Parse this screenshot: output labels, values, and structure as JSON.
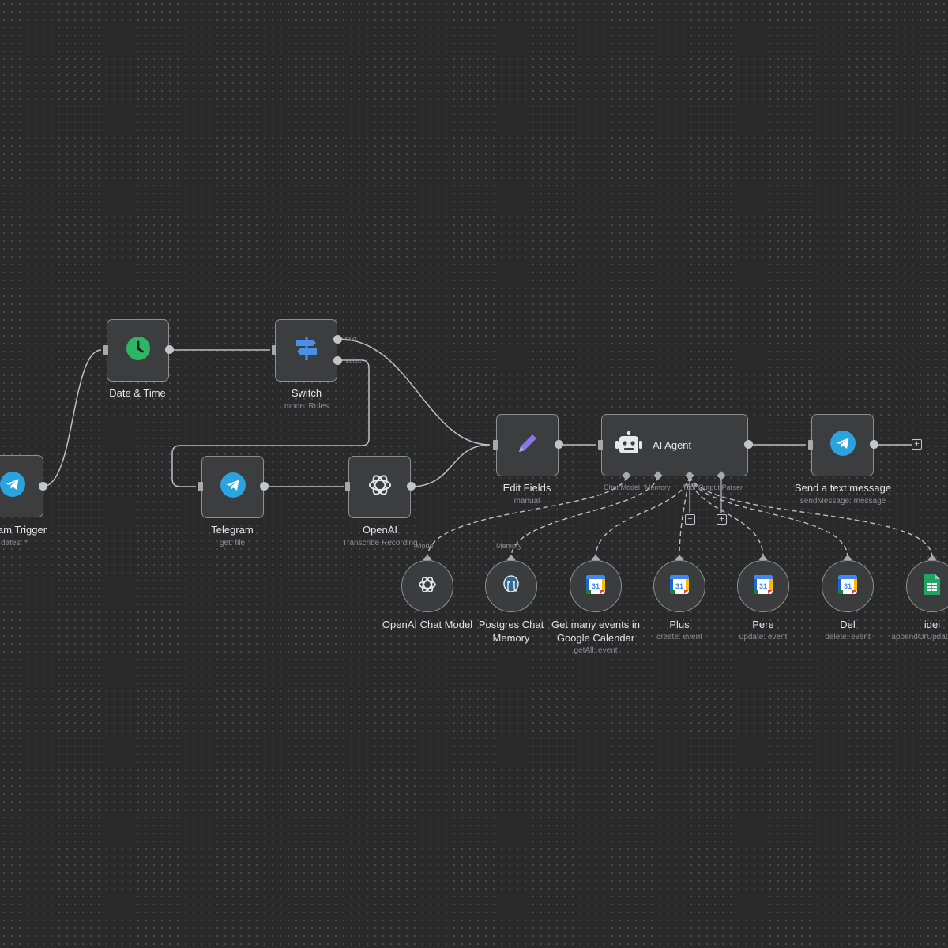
{
  "nodes": {
    "telegram_trigger": {
      "title": "am Trigger",
      "subtitle": "dates: *",
      "icon": "telegram-icon"
    },
    "date_time": {
      "title": "Date & Time",
      "icon": "clock-icon"
    },
    "switch": {
      "title": "Switch",
      "subtitle": "mode: Rules",
      "icon": "signpost-icon",
      "outputs": [
        "text",
        "voice"
      ]
    },
    "telegram": {
      "title": "Telegram",
      "subtitle": "get: file",
      "icon": "telegram-icon"
    },
    "openai": {
      "title": "OpenAI",
      "subtitle": "Transcribe Recording",
      "icon": "openai-icon"
    },
    "edit_fields": {
      "title": "Edit Fields",
      "subtitle": "manual",
      "icon": "pencil-icon"
    },
    "ai_agent": {
      "title": "AI Agent",
      "icon": "robot-icon",
      "ports": [
        "Chat Model",
        "Memory",
        "Tool",
        "Output Parser"
      ]
    },
    "send_message": {
      "title": "Send a text message",
      "subtitle": "sendMessage: message",
      "icon": "telegram-icon"
    }
  },
  "sub_nodes": [
    {
      "title": "OpenAI Chat Model",
      "port": "Model",
      "icon": "openai-icon"
    },
    {
      "title": "Postgres Chat Memory",
      "port": "Memory",
      "icon": "postgres-icon"
    },
    {
      "title": "Get many events in Google Calendar",
      "subtitle": "getAll: event",
      "icon": "google-calendar-icon"
    },
    {
      "title": "Plus",
      "subtitle": "create: event",
      "icon": "google-calendar-icon"
    },
    {
      "title": "Pere",
      "subtitle": "update: event",
      "icon": "google-calendar-icon"
    },
    {
      "title": "Del",
      "subtitle": "delete: event",
      "icon": "google-calendar-icon"
    },
    {
      "title": "idei",
      "subtitle": "appendOrUpdat",
      "icon": "google-sheets-icon"
    }
  ],
  "calendar_day": "31",
  "colors": {
    "canvas": "#2a2a2b",
    "node_bg": "#3c3d3f",
    "wire": "#bdbec2",
    "telegram": "#2aa3df",
    "clock": "#2fb566",
    "switch": "#4a8fe8",
    "pencil": "#8a76e8",
    "sheets": "#1fa463"
  }
}
